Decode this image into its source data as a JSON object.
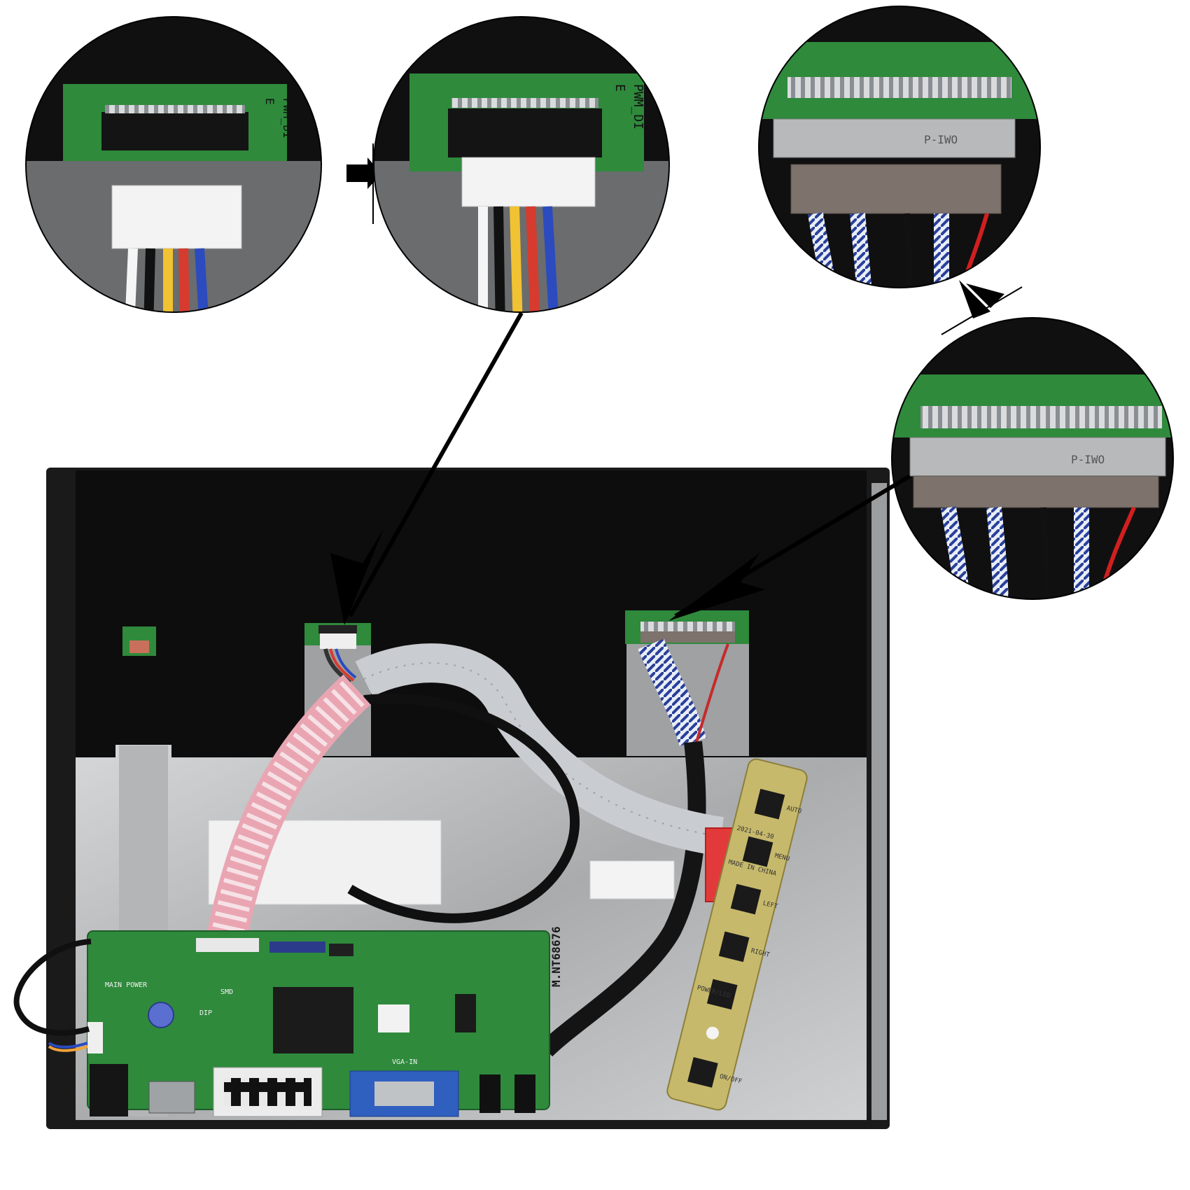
{
  "zoom_callouts": [
    {
      "id": "backlight-before",
      "pcb_text_1": "E",
      "pcb_text_2": "PWM_DI"
    },
    {
      "id": "backlight-after",
      "pcb_text_1": "E",
      "pcb_text_2": "PWM_DI"
    },
    {
      "id": "lvds-before",
      "connector_text": "P-IWO"
    },
    {
      "id": "lvds-after",
      "connector_text": "P-IWO"
    }
  ],
  "controller_board": {
    "model_text": "M.NT68676",
    "labels": [
      "SMD",
      "DIP",
      "VGA-IN",
      "MAIN POWER"
    ]
  },
  "keypad_board": {
    "labels": [
      "AUTO",
      "MENU",
      "LEFT",
      "RIGHT",
      "POWER/LED",
      "ON/OFF"
    ],
    "silk_text": [
      "2021-04-30",
      "MADE IN CHINA"
    ]
  },
  "colors": {
    "pcb_green": "#2f8a3c",
    "pcb_green_dark": "#1f5c28",
    "panel_black": "#0d0d0d",
    "metal_gray": "#b9bbbd",
    "ribbon_gray": "#c9ccd0",
    "ribbon_pink": "#e9a6b2",
    "red_connector": "#e23a3a",
    "vga_blue": "#2f5fbf",
    "arrow_black": "#000000"
  }
}
